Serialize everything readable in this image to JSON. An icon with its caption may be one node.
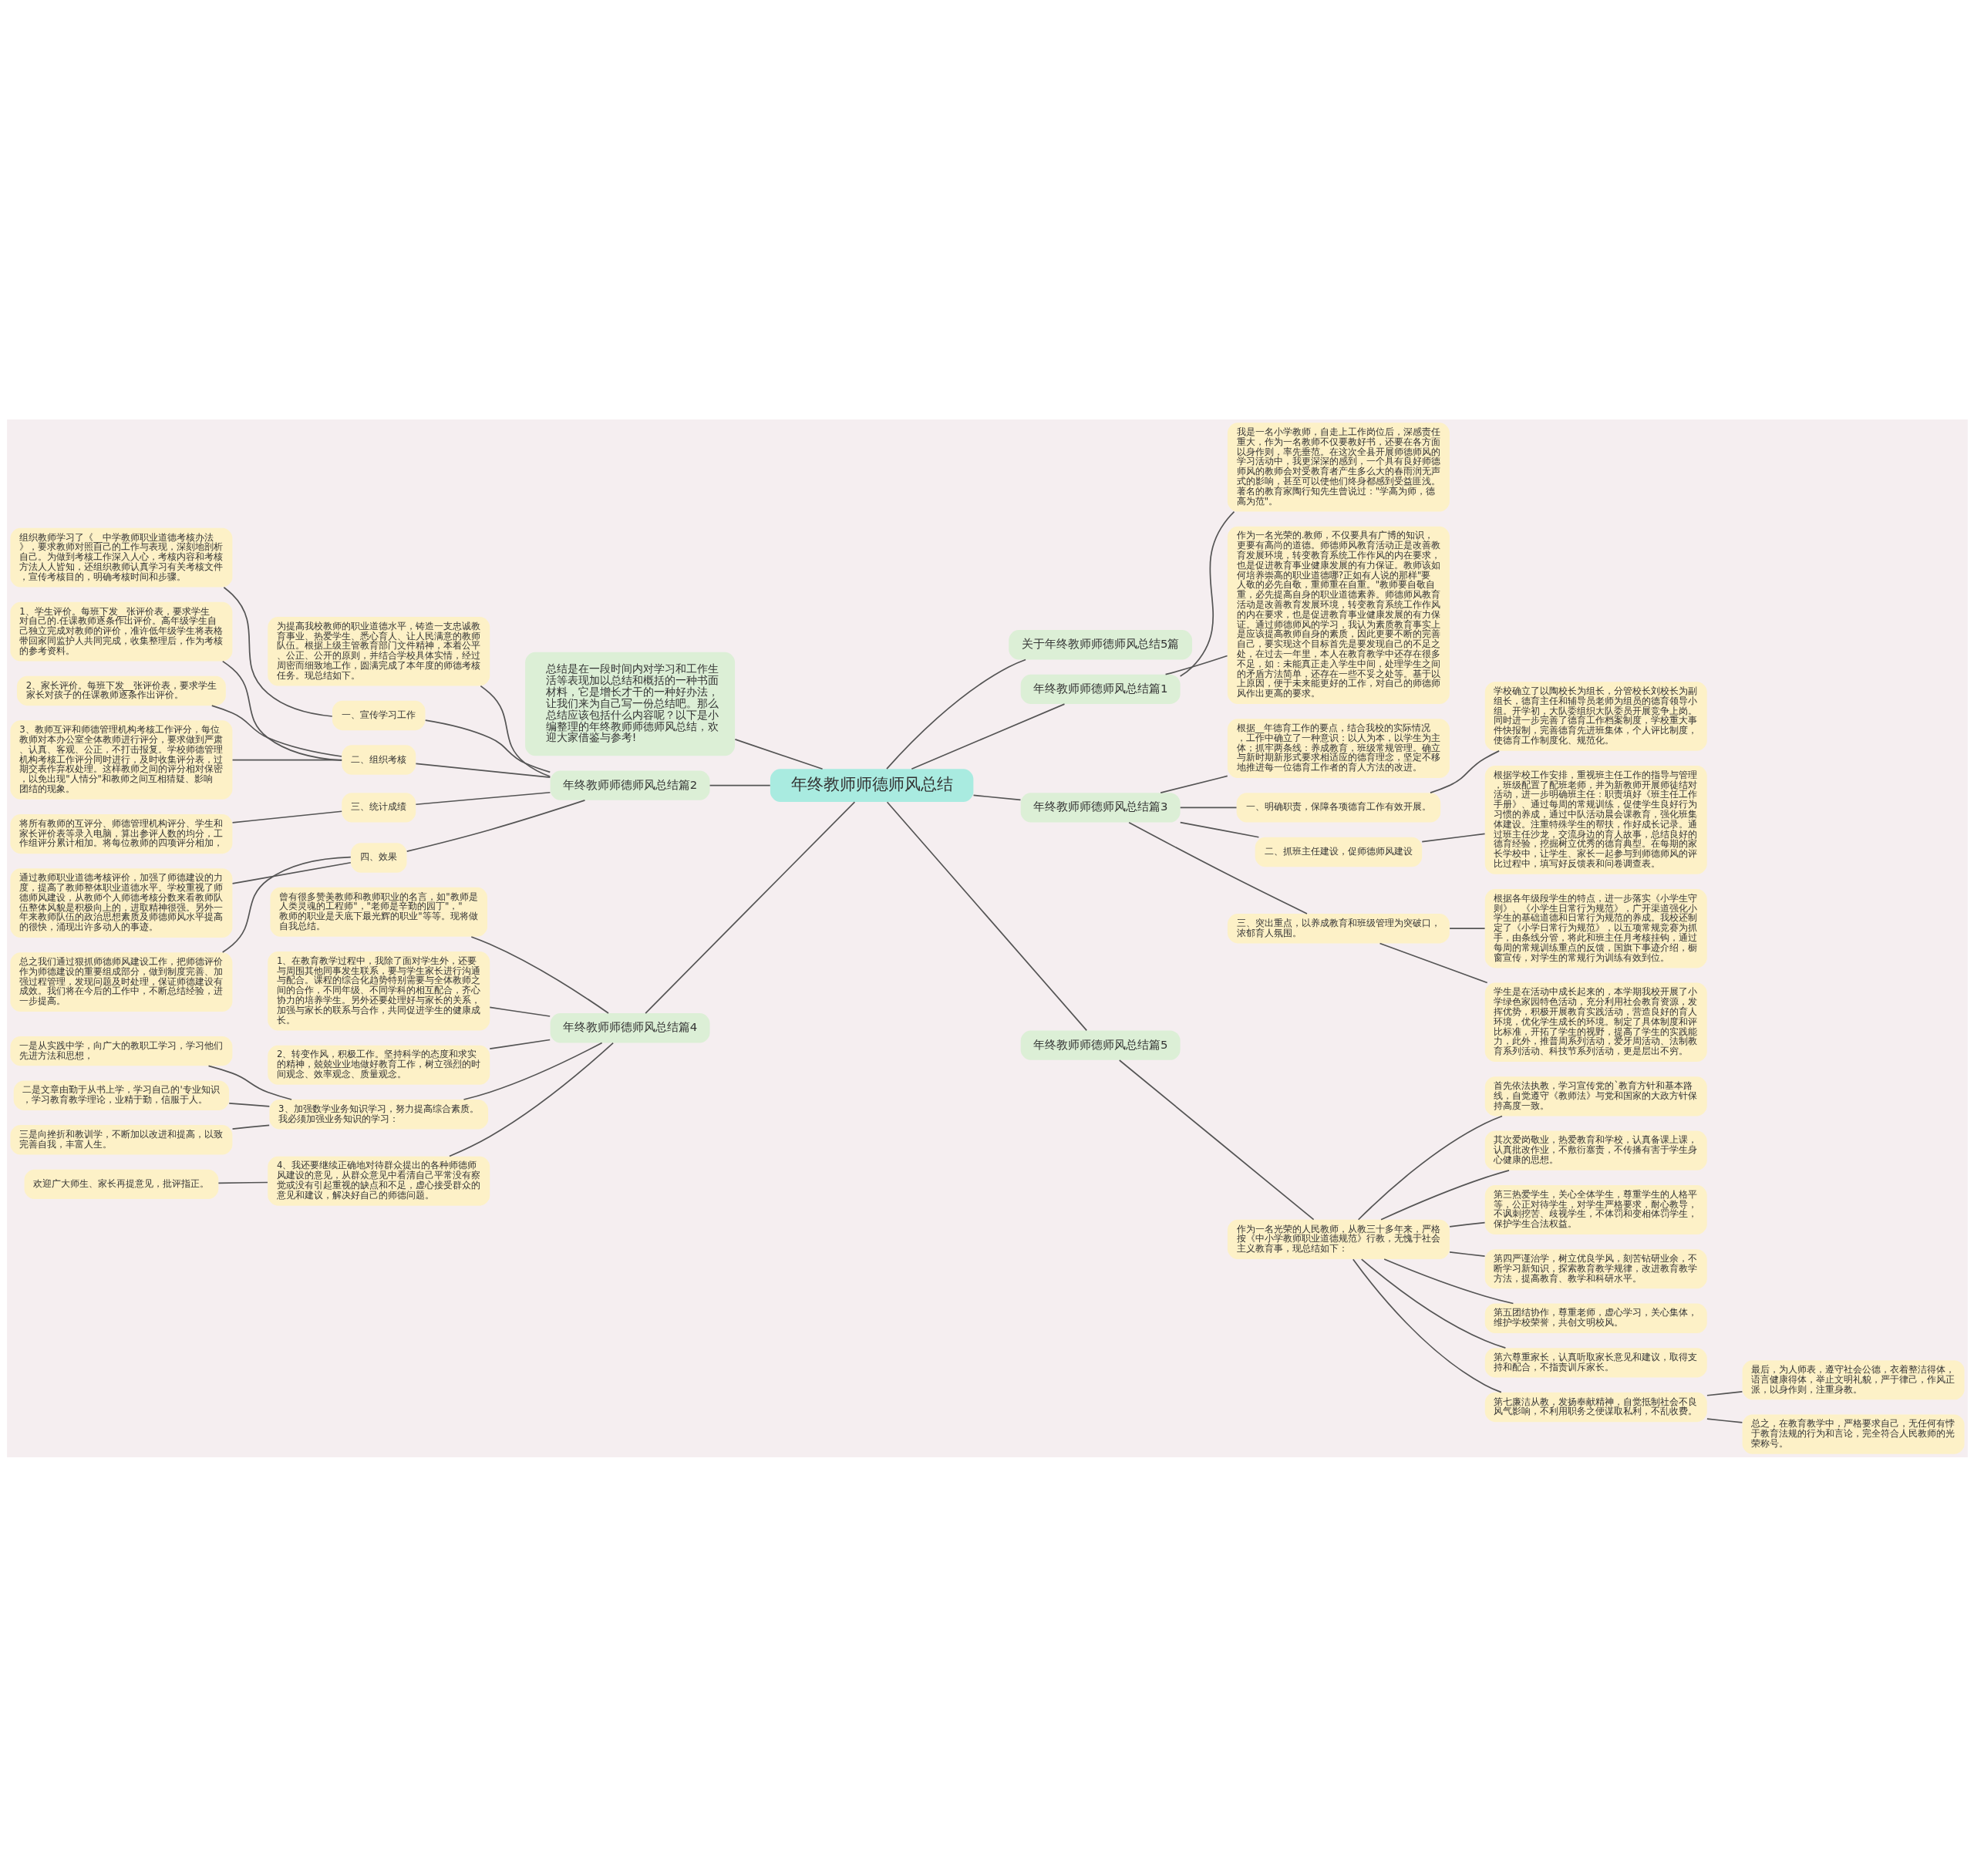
{
  "diagram": {
    "nodes": [
      {
        "text": [
          "年终教师师德师风总结"
        ]
      },
      {
        "text": [
          "总结是在一段时间内对学习和工作生活等表现加以总结和概括的一种书面材料，它是增长才干的一种好办法，让我们来为自己写一份总结吧。那么总结应该包括什么内容呢？以下是小编整理的年终教师师德师风总结，欢迎大家借鉴与参考!"
        ]
      },
      {
        "text": [
          "关于年终教师师德师风总结5篇"
        ]
      },
      {
        "text": [
          "年终教师师德师风总结篇1"
        ]
      },
      {
        "text": [
          "我是一名小学教师，自走上工作岗位后，深感责任重大，作为一名教师不仅要教好书，还要在各方面以身作则，率先垂范。在这次全县开展师德师风的学习活动中，我更深深的感到，一个具有良好师德师风的教师会对受教育者产生多么大的春雨润无声式的影响，甚至可以使他们终身都感到受益匪浅。著名的教育家陶行知先生曾说过：\"学高为师，德高为范\"。"
        ]
      },
      {
        "text": [
          "作为一名光荣的.教师，不仅要具有广博的知识，更要有高尚的道德。师德师风教育活动正是改善教育发展环境，转变教育系统工作作风的内在要求，也是促进教育事业健康发展的有力保证。教师该如何培养崇高的职业道德哪?正如有人说的那样\"要人敬的必先自敬，重师重在自重。\"教师要自敬自重，必先提高自身的职业道德素养。师德师风教育活动是改善教育发展环境，转变教育系统工作作风的内在要求，也是促进教育事业健康发展的有力保证。通过师德师风的学习，我认为素质教育事实上是应该提高教师自身的素质，因此更要不断的完善自己，要实现这个目标首先是要发现自己的不足之处，在过去一年里，本人在教育教学中还存在很多不足，如：未能真正走入学生中间，处理学生之间的矛盾方法简单，还存在一些不妥之处等。基于以上原因，便于未来能更好的工作，对自己的师德师风作出更高的要求。"
        ]
      },
      {
        "text": [
          "年终教师师德师风总结篇2"
        ]
      },
      {
        "text": [
          "为提高我校教师的职业道德水平，铸造一支忠诚教育事业、热爱学生、悉心育人、让人民满意的教师队伍。根据上级主管教育部门文件精神，本着公平、公正、公开的原则，并结合学校具体实情，经过周密而细致地工作，圆满完成了本年度的师德考核任务。现总结如下。"
        ]
      },
      {
        "text": [
          "一、宣传学习工作"
        ]
      },
      {
        "text": [
          "组织教师学习了《__中学教师职业道德考核办法》，要求教师对照自己的工作与表现，深刻地剖析自己。为做到考核工作深入人心，考核内容和考核方法人人皆知，还组织教师认真学习有关考核文件，宣传考核目的，明确考核时间和步骤。"
        ]
      },
      {
        "text": [
          "二、组织考核"
        ]
      },
      {
        "text": [
          "1、学生评价。每班下发__张评价表，要求学生对自己的.任课教师逐条作出评价。高年级学生自己独立完成对教师的评价，准许低年级学生将表格带回家同监护人共同完成，收集整理后，作为考核的参考资料。"
        ]
      },
      {
        "text": [
          "2、家长评价。每班下发__张评价表，要求学生家长对孩子的任课教师逐条作出评价。"
        ]
      },
      {
        "text": [
          "3、教师互评和师德管理机构考核工作评分，每位教师对本办公室全体教师进行评分，要求做到严肃、认真、客观、公正，不打击报复。学校师德管理机构考核工作评分同时进行，及时收集评分表，过期交表作弃权处理。这样教师之间的评分相对保密，以免出现\"人情分\"和教师之间互相猜疑、影响团结的现象。"
        ]
      },
      {
        "text": [
          "三、统计成绩"
        ]
      },
      {
        "text": [
          "将所有教师的互评分、师德管理机构评分、学生和家长评价表等录入电脑，算出参评人数的均分，工作组评分累计相加。将每位教师的四项评分相加，"
        ]
      },
      {
        "text": [
          "四、效果"
        ]
      },
      {
        "text": [
          "通过教师职业道德考核评价，加强了师德建设的力度，提高了教师整体职业道德水平。学校重视了师德师风建设，从教师个人师德考核分数来看教师队伍整体风貌是积极向上的，进取精神很强。另外一年来教师队伍的政治思想素质及师德师风水平提高的很快，涌现出许多动人的事迹。"
        ]
      },
      {
        "text": [
          "总之我们通过狠抓师德师风建设工作，把师德评价作为师德建设的重要组成部分，做到制度完善、加强过程管理，发现问题及时处理，保证师德建设有成效。我们将在今后的工作中，不断总结经验，进一步提高。"
        ]
      },
      {
        "text": [
          "年终教师师德师风总结篇3"
        ]
      },
      {
        "text": [
          "根据__年德育工作的要点，结合我校的实际情况，工作中确立了一种意识：以人为本，以学生为主体；抓牢两条线：养成教育，班级常规管理。确立与新时期新形式要求相适应的德育理念，坚定不移地推进每一位德育工作者的育人方法的改进。"
        ]
      },
      {
        "text": [
          "一、明确职责，保障各项德育工作有效开展。"
        ]
      },
      {
        "text": [
          "学校确立了以陶校长为组长，分管校长刘校长为副组长，德育主任和辅导员老师为组员的德育领导小组。开学初，大队委组织大队委员开展竞争上岗。同时进一步完善了德育工作档案制度，学校重大事件快报制，完善德育先进班集体，个人评比制度，使德育工作制度化、规范化。"
        ]
      },
      {
        "text": [
          "二、抓班主任建设，促师德师风建设"
        ]
      },
      {
        "text": [
          "根据学校工作安排，重视班主任工作的指导与管理，班级配置了配班老师，并为新教师开展师徒结对活动，进一步明确班主任：职责填好《班主任工作手册》、通过每周的常规训练，促使学生良好行为习惯的养成，通过中队活动晨会课教育，强化班集体建设。注重特殊学生的帮扶，作好成长记录。通过班主任沙龙，交流身边的育人故事，总结良好的德育经验，挖掘树立优秀的德育典型。在每期的家长学校中，让学生、家长一起参与到师德师风的评比过程中，填写好反馈表和问卷调查表。"
        ]
      },
      {
        "text": [
          "三、突出重点，以养成教育和班级管理为突破口，浓郁育人氛围。"
        ]
      },
      {
        "text": [
          "根据各年级段学生的特点，进一步落实《小学生守则》、《小学生日常行为规范》，广开渠道强化小学生的基础道德和日常行为规范的养成。我校还制定了《小学日常行为规范》，以五项常规竞赛为抓手，由条线分管，将此和班主任月考核挂钩，通过每周的常规训练重点的反馈，国旗下事迹介绍，橱窗宣传，对学生的常规行为训练有效到位。"
        ]
      },
      {
        "text": [
          "学生是在活动中成长起来的，本学期我校开展了小学绿色家园特色活动，充分利用社会教育资源，发挥优势，积极开展教育实践活动，营造良好的育人环境，优化学生成长的环境。制定了具体制度和评比标准，开拓了学生的视野，提高了学生的实践能力，此外，推普周系列活动，爱牙周活动、法制教育系列活动、科技节系列活动，更是层出不穷。"
        ]
      },
      {
        "text": [
          "年终教师师德师风总结篇4"
        ]
      },
      {
        "text": [
          "曾有很多赞美教师和教师职业的名言，如\"教师是人类灵魂的工程师\"，\"老师是辛勤的园丁\"，\"教师的职业是天底下最光辉的职业\"等等。现将做自我总结。"
        ]
      },
      {
        "text": [
          "1、在教育教学过程中，我除了面对学生外，还要与周围其他同事发生联系，要与学生家长进行沟通与配合。课程的综合化趋势特别需要与全体教师之间的合作，不同年级、不同学科的相互配合，齐心协力的培养学生。另外还要处理好与家长的关系，加强与家长的联系与合作，共同促进学生的健康成长。"
        ]
      },
      {
        "text": [
          "2、转变作风，积极工作。坚持科学的态度和求实的精神，兢兢业业地做好教育工作，树立强烈的时间观念、效率观念、质量观念。"
        ]
      },
      {
        "text": [
          "3、加强数学业务知识学习，努力提高综合素质。我必须加强业务知识的学习："
        ]
      },
      {
        "text": [
          "一是从实践中学，向广大的教职工学习，学习他们先进方法和思想，"
        ]
      },
      {
        "text": [
          "二是文章由勤于从书上学，学习自己的'专业知识，学习教育教学理论，业精于勤，信服于人。"
        ]
      },
      {
        "text": [
          "三是向挫折和教训学，不断加以改进和提高，以致完善自我，丰富人生。"
        ]
      },
      {
        "text": [
          "4、我还要继续正确地对待群众提出的各种师德师风建设的意见，从群众意见中看清自己平常没有察觉或没有引起重视的缺点和不足，虚心接受群众的意见和建议，解决好自己的师德问题。"
        ]
      },
      {
        "text": [
          "欢迎广大师生、家长再提意见，批评指正。"
        ]
      },
      {
        "text": [
          "年终教师师德师风总结篇5"
        ]
      },
      {
        "text": [
          "作为一名光荣的人民教师，从教三十多年来，严格按《中小学教师职业道德规范》行教，无愧于社会主义教育事，现总结如下："
        ]
      },
      {
        "text": [
          "首先依法执教，学习宣传党的`教育方针和基本路线，自觉遵守《教师法》与党和国家的大政方针保持高度一致。"
        ]
      },
      {
        "text": [
          "其次爱岗敬业，热爱教育和学校，认真备课上课，认真批改作业，不敷衍塞责，不传播有害于学生身心健康的思想。"
        ]
      },
      {
        "text": [
          "第三热爱学生，关心全体学生，尊重学生的人格平等，公正对待学生，对学生严格要求，耐心教导，不讽刺挖苦、歧视学生，不体罚和变相体罚学生，保护学生合法权益。"
        ]
      },
      {
        "text": [
          "第四严谨治学，树立优良学风，刻苦钻研业余，不断学习新知识，探索教育教学规律，改进教育教学方法，提高教育、教学和科研水平。"
        ]
      },
      {
        "text": [
          "第五团结协作，尊重老师，虚心学习，关心集体，维护学校荣誉，共创文明校风。"
        ]
      },
      {
        "text": [
          "第六尊重家长，认真听取家长意见和建议，取得支持和配合，不指责训斥家长。"
        ]
      },
      {
        "text": [
          "第七廉洁从教，发扬奉献精神，自觉抵制社会不良风气影响，不利用职务之便谋取私利，不乱收费。"
        ]
      },
      {
        "text": [
          "最后，为人师表，遵守社会公德，衣着整洁得体，语言健康得体，举止文明礼貌，严于律己，作风正派，以身作则，注重身教。"
        ]
      },
      {
        "text": [
          "总之，在教育教学中，严格要求自己，无任何有悖于教育法规的行为和言论，完全符合人民教师的光荣称号。"
        ]
      }
    ],
    "edges": [
      {
        "from": 0,
        "to": 2,
        "arrow": "none"
      },
      {
        "from": 0,
        "to": 1,
        "arrow": "none"
      },
      {
        "from": 0,
        "to": 3,
        "arrow": "none"
      },
      {
        "from": 3,
        "to": 4,
        "arrow": "none"
      },
      {
        "from": 3,
        "to": 5,
        "arrow": "none"
      },
      {
        "from": 0,
        "to": 6,
        "arrow": "none"
      },
      {
        "from": 6,
        "to": 7,
        "arrow": "none"
      },
      {
        "from": 6,
        "to": 8,
        "arrow": "none"
      },
      {
        "from": 8,
        "to": 9,
        "arrow": "none"
      },
      {
        "from": 6,
        "to": 10,
        "arrow": "none"
      },
      {
        "from": 10,
        "to": 11,
        "arrow": "none"
      },
      {
        "from": 10,
        "to": 12,
        "arrow": "none"
      },
      {
        "from": 10,
        "to": 13,
        "arrow": "none"
      },
      {
        "from": 6,
        "to": 14,
        "arrow": "none"
      },
      {
        "from": 14,
        "to": 15,
        "arrow": "none"
      },
      {
        "from": 6,
        "to": 16,
        "arrow": "none"
      },
      {
        "from": 16,
        "to": 17,
        "arrow": "none"
      },
      {
        "from": 16,
        "to": 18,
        "arrow": "none"
      },
      {
        "from": 0,
        "to": 19,
        "arrow": "none"
      },
      {
        "from": 19,
        "to": 20,
        "arrow": "none"
      },
      {
        "from": 19,
        "to": 21,
        "arrow": "none"
      },
      {
        "from": 21,
        "to": 22,
        "arrow": "none"
      },
      {
        "from": 19,
        "to": 23,
        "arrow": "none"
      },
      {
        "from": 23,
        "to": 24,
        "arrow": "none"
      },
      {
        "from": 19,
        "to": 25,
        "arrow": "none"
      },
      {
        "from": 25,
        "to": 26,
        "arrow": "none"
      },
      {
        "from": 25,
        "to": 27,
        "arrow": "none"
      },
      {
        "from": 0,
        "to": 28,
        "arrow": "none"
      },
      {
        "from": 28,
        "to": 29,
        "arrow": "none"
      },
      {
        "from": 28,
        "to": 30,
        "arrow": "none"
      },
      {
        "from": 28,
        "to": 31,
        "arrow": "none"
      },
      {
        "from": 28,
        "to": 32,
        "arrow": "none"
      },
      {
        "from": 32,
        "to": 33,
        "arrow": "none"
      },
      {
        "from": 32,
        "to": 34,
        "arrow": "none"
      },
      {
        "from": 32,
        "to": 35,
        "arrow": "none"
      },
      {
        "from": 28,
        "to": 36,
        "arrow": "none"
      },
      {
        "from": 36,
        "to": 37,
        "arrow": "none"
      },
      {
        "from": 0,
        "to": 38,
        "arrow": "none"
      },
      {
        "from": 38,
        "to": 39,
        "arrow": "none"
      },
      {
        "from": 39,
        "to": 40,
        "arrow": "none"
      },
      {
        "from": 39,
        "to": 41,
        "arrow": "none"
      },
      {
        "from": 39,
        "to": 42,
        "arrow": "none"
      },
      {
        "from": 39,
        "to": 43,
        "arrow": "none"
      },
      {
        "from": 39,
        "to": 44,
        "arrow": "none"
      },
      {
        "from": 39,
        "to": 45,
        "arrow": "none"
      },
      {
        "from": 39,
        "to": 46,
        "arrow": "none"
      },
      {
        "from": 46,
        "to": 47,
        "arrow": "none"
      },
      {
        "from": 46,
        "to": 48,
        "arrow": "none"
      }
    ]
  }
}
